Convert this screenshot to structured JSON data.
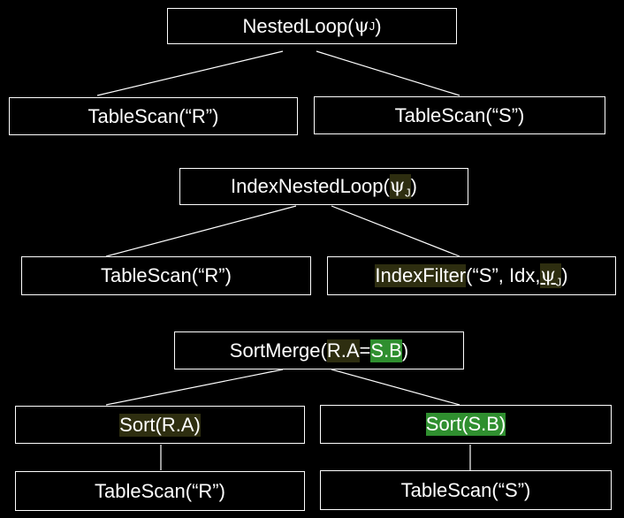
{
  "plans": [
    {
      "root": {
        "label": "NestedLoop(",
        "psi": "ψ",
        "psi_sub": "J",
        "close": ")"
      },
      "left": {
        "label": "TableScan(“R”)"
      },
      "right": {
        "label": "TableScan(“S”)"
      }
    },
    {
      "root": {
        "label": "IndexNestedLoop(",
        "psi": "ψ",
        "psi_sub": "J",
        "close": ")"
      },
      "left": {
        "label": "TableScan(“R”)"
      },
      "right": {
        "prefix": "IndexFilter",
        "middle": "(“S”, Idx, ",
        "psi": "ψ",
        "psi_sub": "J",
        "close": ")"
      }
    },
    {
      "root": {
        "prefix": "SortMerge(",
        "left_key": "R.A",
        "eq": "=",
        "right_key": "S.B",
        "close": ")"
      },
      "left_sort": {
        "label": "Sort(R.A)"
      },
      "right_sort": {
        "label": "Sort(S.B)"
      },
      "left_scan": {
        "label": "TableScan(“R”)"
      },
      "right_scan": {
        "label": "TableScan(“S”)"
      }
    }
  ],
  "colors": {
    "background": "#000000",
    "line": "#ffffff",
    "highlight_dark": "#2e2e10",
    "highlight_green": "#2f8f2f"
  }
}
